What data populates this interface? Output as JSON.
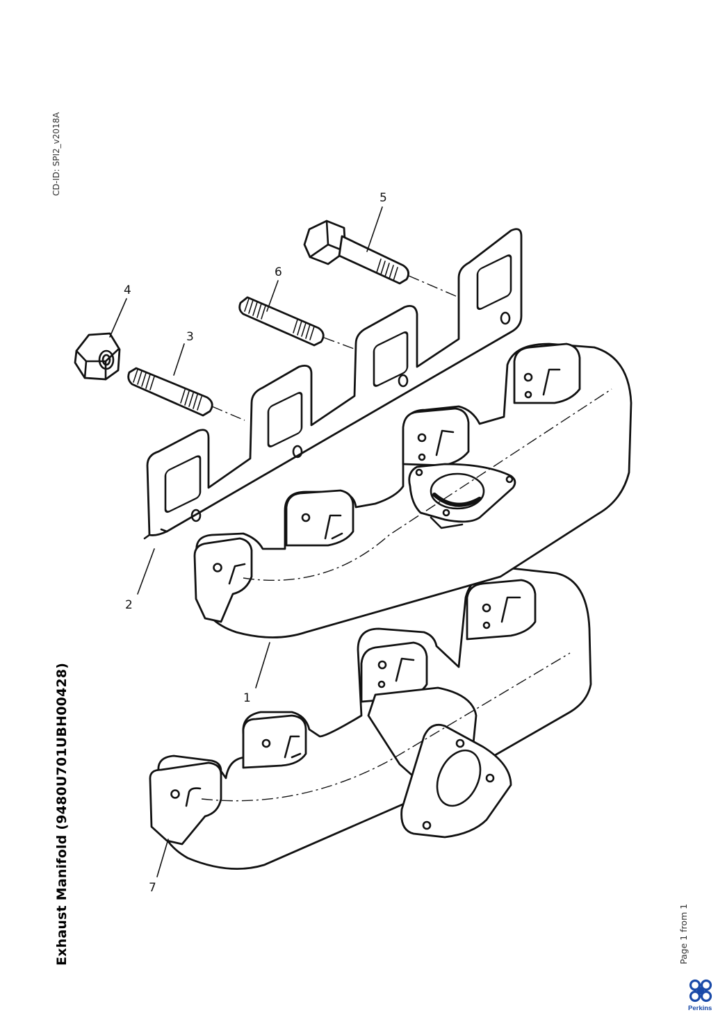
{
  "document": {
    "title": "Exhaust Manifold (9480U701UBH00428)",
    "cd_id": "CD-ID: SPI2_v2018A",
    "page_info": "Page 1 from 1",
    "brand": "Perkins"
  },
  "callouts": [
    "1",
    "2",
    "3",
    "4",
    "5",
    "6",
    "7"
  ]
}
